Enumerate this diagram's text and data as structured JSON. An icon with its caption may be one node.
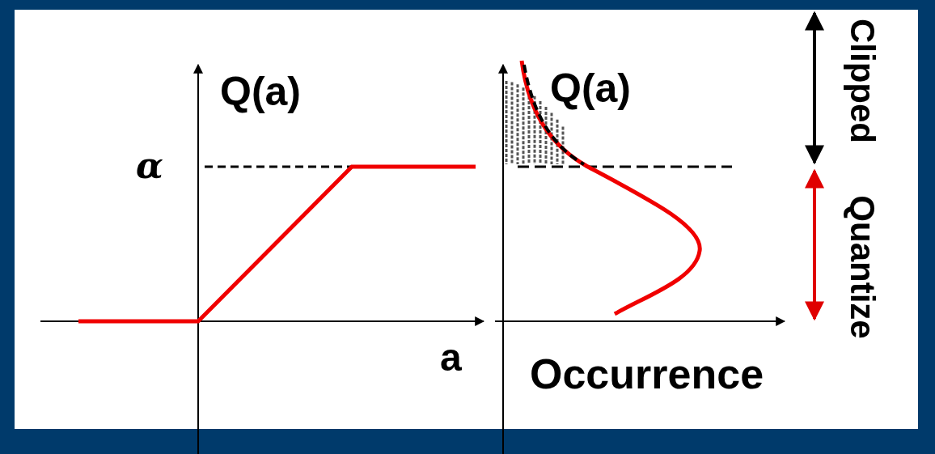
{
  "diagram": {
    "labels": [
      "Q(a)",
      "α",
      "a",
      "Q(a)",
      "Occurrence",
      "Clipped",
      "Quantize"
    ]
  }
}
